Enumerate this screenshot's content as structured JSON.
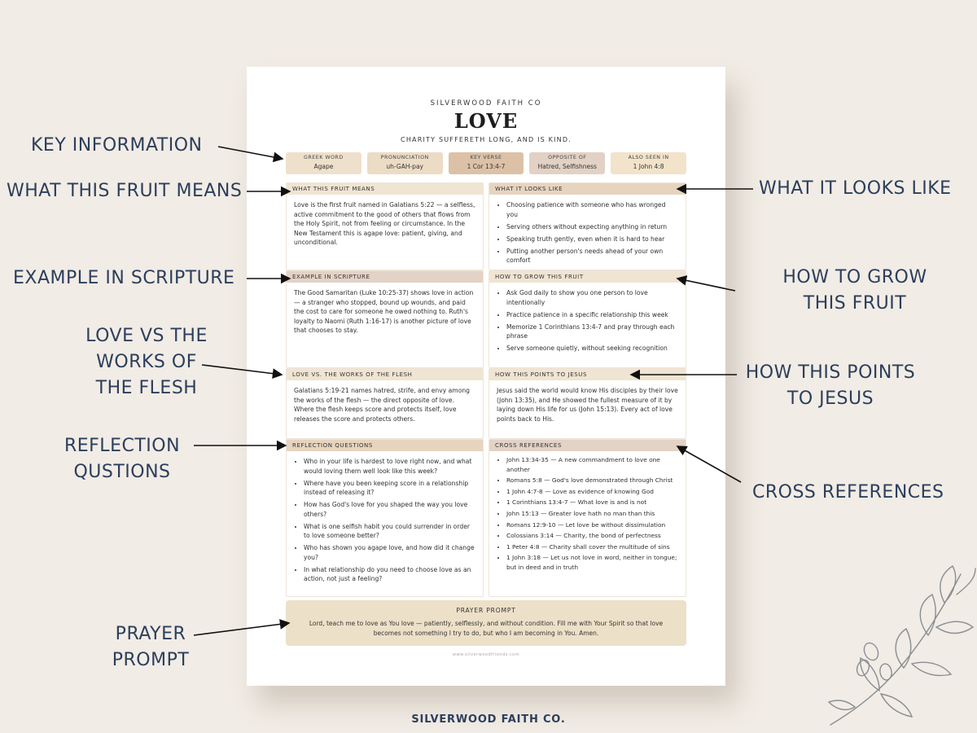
{
  "callouts": {
    "key_info": "KEY INFORMATION",
    "fruit_means": "WHAT THIS FRUIT MEANS",
    "example": "EXAMPLE IN SCRIPTURE",
    "vs_flesh": "LOVE VS THE\nWORKS OF\nTHE FLESH",
    "reflection": "REFLECTION\nQUSTIONS",
    "prayer": "PRAYER\nPROMPT",
    "looks_like": "WHAT IT LOOKS LIKE",
    "grow": "HOW TO GROW\nTHIS FRUIT",
    "points_jesus": "HOW THIS POINTS\nTO JESUS",
    "cross_refs": "CROSS REFERENCES"
  },
  "page": {
    "brand": "SILVERWOOD FAITH CO",
    "title": "LOVE",
    "subtitle": "CHARITY SUFFERETH LONG, AND IS KIND.",
    "key_boxes": [
      {
        "label": "GREEK WORD",
        "value": "Agape",
        "color": "#efe0cc"
      },
      {
        "label": "PRONUNCIATION",
        "value": "uh-GAH-pay",
        "color": "#ecdcc6"
      },
      {
        "label": "KEY VERSE",
        "value": "1 Cor 13:4-7",
        "color": "#dcc1a7"
      },
      {
        "label": "OPPOSITE OF",
        "value": "Hatred, Selfishness",
        "color": "#e2d1c4"
      },
      {
        "label": "ALSO SEEN IN",
        "value": "1 John 4:8",
        "color": "#f2e3ca"
      }
    ],
    "sections": {
      "means": {
        "title": "WHAT THIS FRUIT MEANS",
        "text": "Love is the first fruit named in Galatians 5:22 — a selfless, active commitment to the good of others that flows from the Holy Spirit, not from feeling or circumstance. In the New Testament this is agape love: patient, giving, and unconditional."
      },
      "looks": {
        "title": "WHAT IT LOOKS LIKE",
        "items": [
          "Choosing patience with someone who has wronged you",
          "Serving others without expecting anything in return",
          "Speaking truth gently, even when it is hard to hear",
          "Putting another person's needs ahead of your own comfort"
        ]
      },
      "example": {
        "title": "EXAMPLE IN SCRIPTURE",
        "text": "The Good Samaritan (Luke 10:25-37) shows love in action — a stranger who stopped, bound up wounds, and paid the cost to care for someone he owed nothing to. Ruth's loyalty to Naomi (Ruth 1:16-17) is another picture of love that chooses to stay."
      },
      "grow": {
        "title": "HOW TO GROW THIS FRUIT",
        "items": [
          "Ask God daily to show you one person to love intentionally",
          "Practice patience in a specific relationship this week",
          "Memorize 1 Corinthians 13:4-7 and pray through each phrase",
          "Serve someone quietly, without seeking recognition"
        ]
      },
      "flesh": {
        "title": "LOVE VS. THE WORKS OF THE FLESH",
        "text": "Galatians 5:19-21 names hatred, strife, and envy among the works of the flesh — the direct opposite of love. Where the flesh keeps score and protects itself, love releases the score and protects others."
      },
      "jesus": {
        "title": "HOW THIS POINTS TO JESUS",
        "text": "Jesus said the world would know His disciples by their love (John 13:35), and He showed the fullest measure of it by laying down His life for us (John 15:13). Every act of love points back to His."
      },
      "reflection": {
        "title": "REFLECTION QUESTIONS",
        "items": [
          "Who in your life is hardest to love right now, and what would loving them well look like this week?",
          "Where have you been keeping score in a relationship instead of releasing it?",
          "How has God's love for you shaped the way you love others?",
          "What is one selfish habit you could surrender in order to love someone better?",
          "Who has shown you agape love, and how did it change you?",
          "In what relationship do you need to choose love as an action, not just a feeling?"
        ]
      },
      "cross": {
        "title": "CROSS REFERENCES",
        "items": [
          "John 13:34-35 — A new commandment to love one another",
          "Romans 5:8 — God's love demonstrated through Christ",
          "1 John 4:7-8 — Love as evidence of knowing God",
          "1 Corinthians 13:4-7 — What love is and is not",
          "John 15:13 — Greater love hath no man than this",
          "Romans 12:9-10 — Let love be without dissimulation",
          "Colossians 3:14 — Charity, the bond of perfectness",
          "1 Peter 4:8 — Charity shall cover the multitude of sins",
          "1 John 3:18 — Let us not love in word, neither in tongue; but in deed and in truth"
        ]
      }
    },
    "prayer": {
      "title": "PRAYER PROMPT",
      "text": "Lord, teach me to love as You love — patiently, selflessly, and without condition. Fill me with Your Spirit so that love becomes not something I try to do, but who I am becoming in You. Amen."
    },
    "url": "www.silverwoodfriends.com"
  },
  "footer": "SILVERWOOD FAITH CO.",
  "colors": {
    "background": "#f1ece5",
    "callout_text": "#2c3e5c",
    "header_tan": "#e6d4bf",
    "header_sand": "#f0e4d2",
    "header_rose": "#e3d2c6",
    "prayer_bg": "#ede0c8"
  }
}
